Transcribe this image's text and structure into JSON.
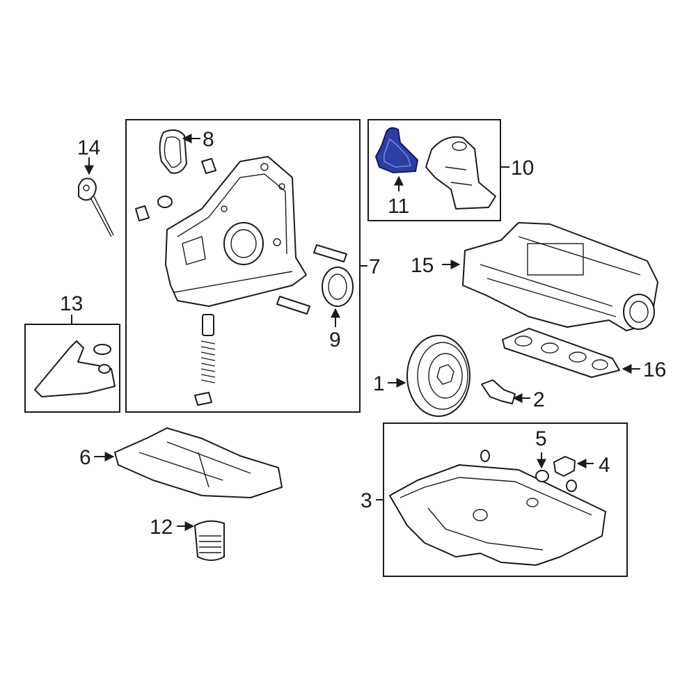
{
  "diagram": {
    "highlight_color": "#2d3fa5",
    "line_color": "#1a1a1a",
    "callouts": {
      "c1": "1",
      "c2": "2",
      "c3": "3",
      "c4": "4",
      "c5": "5",
      "c6": "6",
      "c7": "7",
      "c8": "8",
      "c9": "9",
      "c10": "10",
      "c11": "11",
      "c12": "12",
      "c13": "13",
      "c14": "14",
      "c15": "15",
      "c16": "16"
    },
    "highlighted_part": "11"
  }
}
